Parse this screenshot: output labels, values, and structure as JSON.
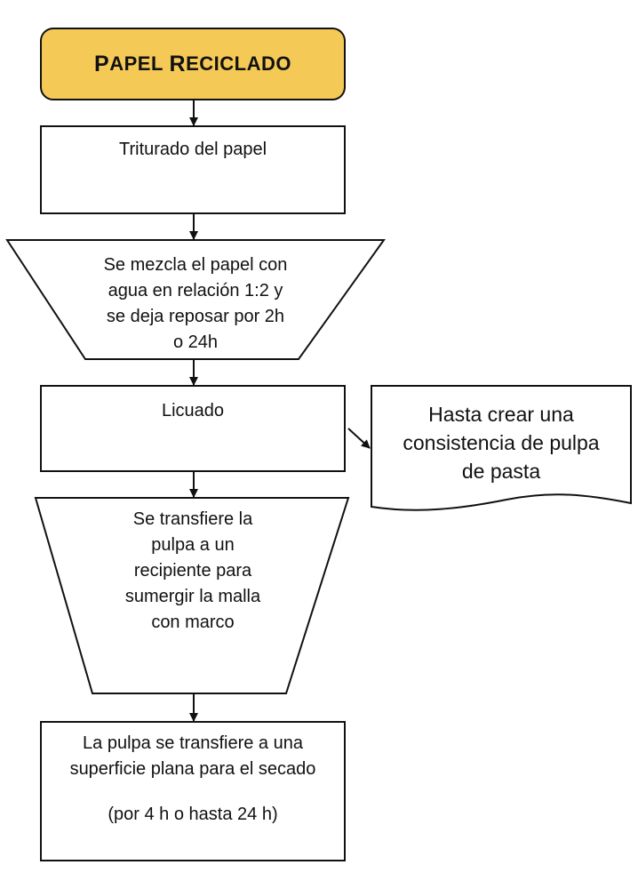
{
  "diagram": {
    "start": {
      "text": "PAPEL RECICLADO"
    },
    "steps": [
      {
        "lines": [
          "Triturado del papel"
        ]
      },
      {
        "lines": [
          "Se mezcla el papel con",
          "agua en relación 1:2 y",
          "se deja reposar por 2h",
          "o 24h"
        ]
      },
      {
        "lines": [
          "Licuado"
        ]
      },
      {
        "lines": [
          "Se transfiere la",
          "pulpa a un",
          "recipiente para",
          "sumergir la malla",
          "con marco"
        ]
      },
      {
        "lines": [
          "La pulpa se transfiere a una",
          "superficie plana para el secado",
          "",
          "(por 4 h o hasta 24 h)"
        ]
      }
    ],
    "note": {
      "lines": [
        "Hasta crear una",
        "consistencia de pulpa",
        "de pasta"
      ]
    }
  },
  "colors": {
    "terminal_fill": "#F5C955",
    "stroke": "#111111",
    "background": "#FFFFFF"
  }
}
